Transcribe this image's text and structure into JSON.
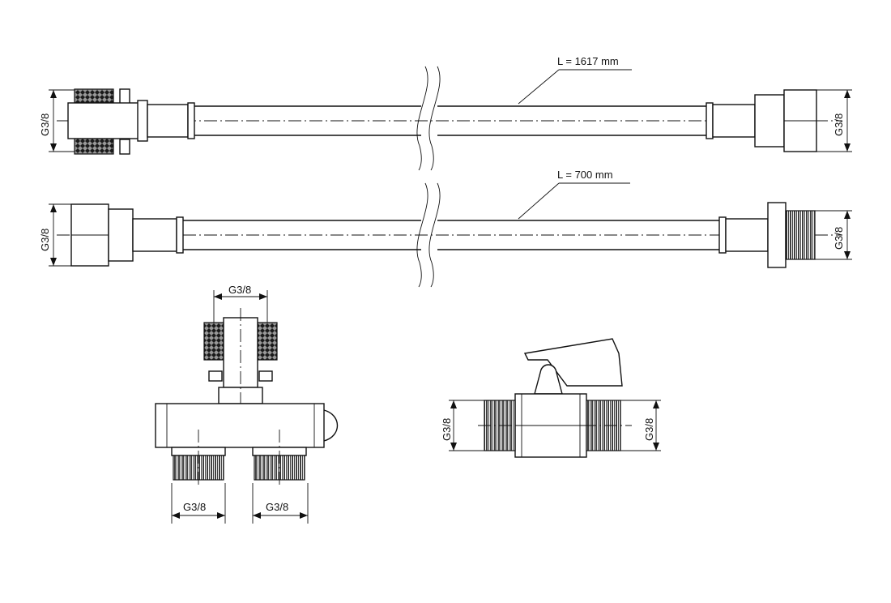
{
  "hose_top": {
    "length_label": "L = 1617 mm",
    "left_thread": "G3/8",
    "right_thread": "G3/8"
  },
  "hose_bottom": {
    "length_label": "L = 700 mm",
    "left_thread": "G3/8",
    "right_thread": "G3/8"
  },
  "splitter": {
    "top_thread": "G3/8",
    "left_thread": "G3/8",
    "right_thread": "G3/8"
  },
  "ball_valve": {
    "left_thread": "G3/8",
    "right_thread": "G3/8"
  },
  "colors": {
    "line": "#111111",
    "background": "#ffffff"
  }
}
